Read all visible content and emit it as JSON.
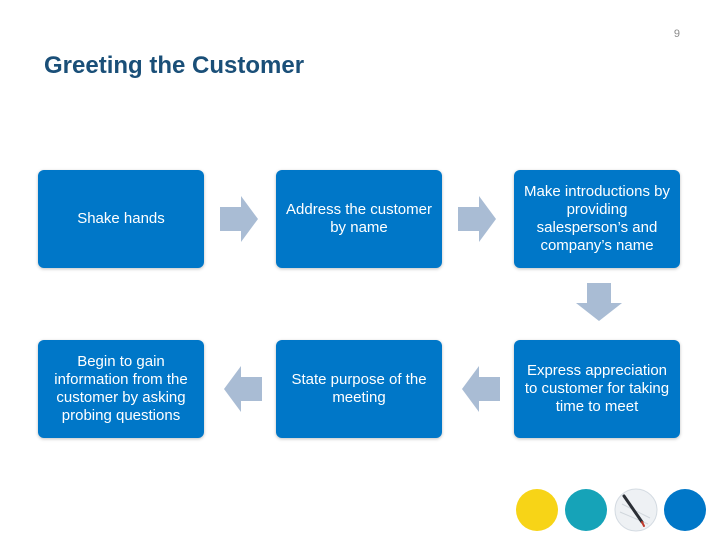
{
  "page_number": "9",
  "title": "Greeting the Customer",
  "colors": {
    "title": "#1a4f78",
    "box_fill": "#0077c8",
    "box_text": "#ffffff",
    "arrow": "#a9bcd4",
    "circle_yellow": "#f7d417",
    "circle_teal": "#16a3b8",
    "circle_blue": "#0077c8"
  },
  "steps": [
    {
      "label": "Shake hands"
    },
    {
      "label": "Address the customer by name"
    },
    {
      "label": "Make introductions by providing salesperson’s and company’s name"
    },
    {
      "label": "Express appreciation to customer for taking time to meet"
    },
    {
      "label": "State purpose of the meeting"
    },
    {
      "label": "Begin to gain information from the customer by asking probing questions"
    }
  ],
  "arrows": [
    "right-arrow-icon",
    "right-arrow-icon",
    "down-arrow-icon",
    "left-arrow-icon",
    "left-arrow-icon"
  ],
  "decorations": [
    "yellow-circle",
    "teal-circle",
    "pen-photo-circle",
    "blue-circle"
  ]
}
